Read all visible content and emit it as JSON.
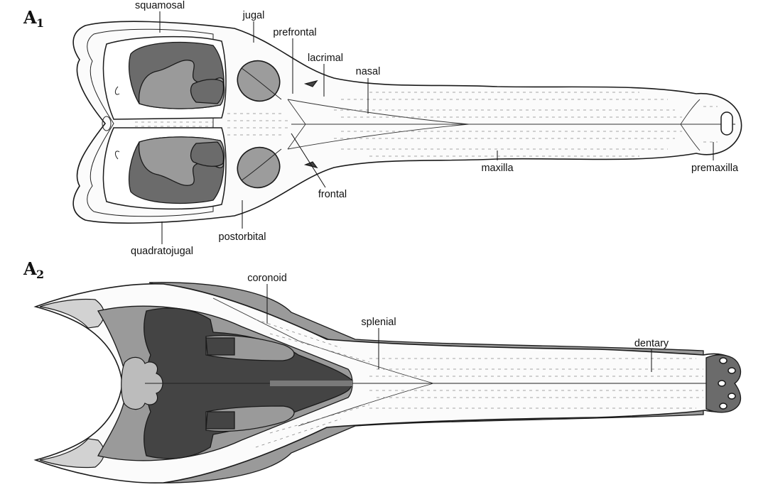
{
  "panels": [
    {
      "label": "A",
      "subscript": "1",
      "labels": {
        "squamosal": "squamosal",
        "jugal": "jugal",
        "prefrontal": "prefrontal",
        "lacrimal": "lacrimal",
        "nasal": "nasal",
        "frontal": "frontal",
        "maxilla": "maxilla",
        "premaxilla": "premaxilla",
        "postorbital": "postorbital",
        "quadratojugal": "quadratojugal"
      }
    },
    {
      "label": "A",
      "subscript": "2",
      "labels": {
        "coronoid": "coronoid",
        "splenial": "splenial",
        "dentary": "dentary"
      }
    }
  ],
  "colors": {
    "outline": "#1a1a1a",
    "bone": "#fbfbfb",
    "fenestra_dark": "#6b6b6b",
    "fenestra_mid": "#9a9a9a",
    "orbit": "#9c9c9c",
    "jaw_dark": "#444444",
    "jaw_grey": "#9a9a9a"
  }
}
